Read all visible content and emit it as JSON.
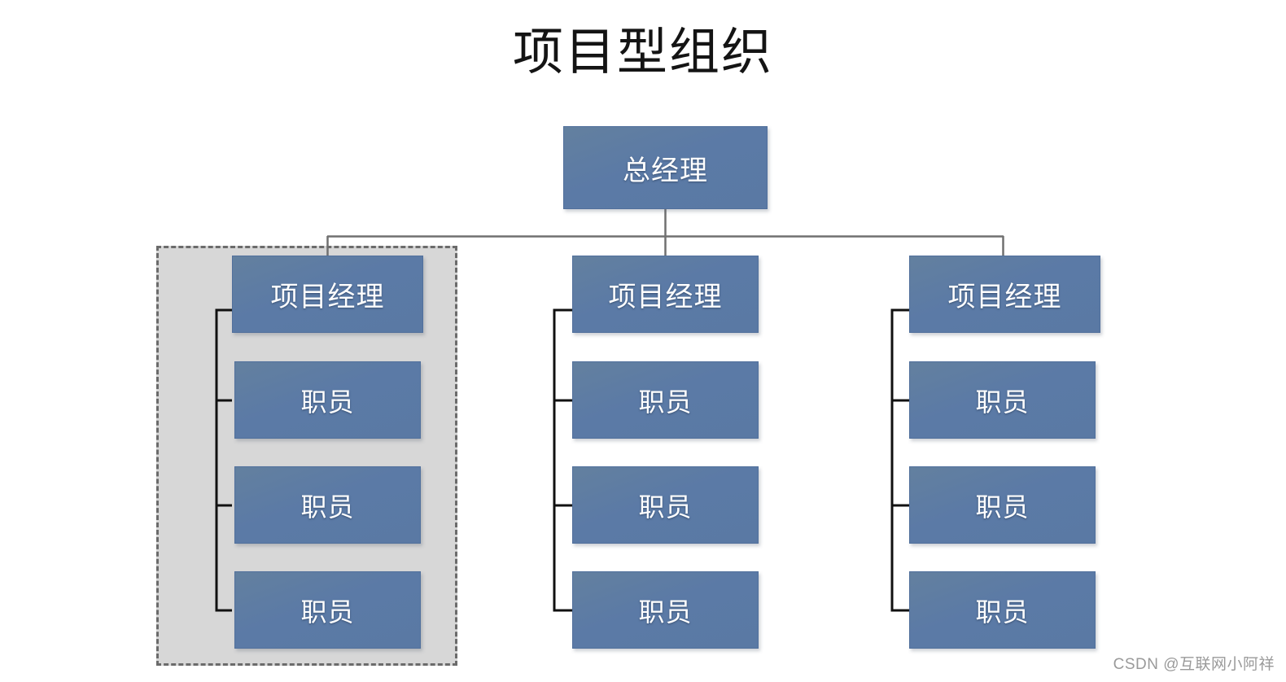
{
  "title": "项目型组织",
  "watermark": "CSDN @互联网小阿祥",
  "colors": {
    "node_fill": "#5b7aa6",
    "node_border": "#51709c",
    "node_text": "#ffffff",
    "title_text": "#141414",
    "highlight_fill": "#d7d7d7",
    "highlight_border": "#6b6b6b",
    "top_connector": "#707070",
    "sub_connector": "#111111",
    "watermark_text": "#9a9a9a",
    "background": "#ffffff"
  },
  "chart_data": {
    "type": "diagram",
    "diagram_kind": "org-chart",
    "title": "项目型组织",
    "root": {
      "label": "总经理",
      "level": 0
    },
    "columns": [
      {
        "index": 0,
        "highlighted": true,
        "manager": {
          "label": "项目经理",
          "level": 1
        },
        "staff": [
          {
            "label": "职员",
            "level": 2
          },
          {
            "label": "职员",
            "level": 2
          },
          {
            "label": "职员",
            "level": 2
          }
        ]
      },
      {
        "index": 1,
        "highlighted": false,
        "manager": {
          "label": "项目经理",
          "level": 1
        },
        "staff": [
          {
            "label": "职员",
            "level": 2
          },
          {
            "label": "职员",
            "level": 2
          },
          {
            "label": "职员",
            "level": 2
          }
        ]
      },
      {
        "index": 2,
        "highlighted": false,
        "manager": {
          "label": "项目经理",
          "level": 1
        },
        "staff": [
          {
            "label": "职员",
            "level": 2
          },
          {
            "label": "职员",
            "level": 2
          },
          {
            "label": "职员",
            "level": 2
          }
        ]
      }
    ],
    "legend": [],
    "annotations": [
      {
        "name": "highlight-box",
        "describes": "第一个项目团队被虚线框标出"
      }
    ]
  }
}
